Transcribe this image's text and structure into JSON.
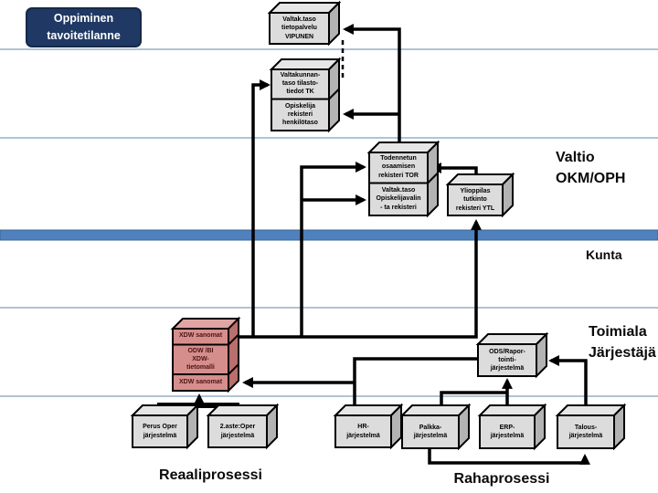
{
  "slide": {
    "title": "Oppiminen\ntavoitetilanne"
  },
  "section_labels": {
    "valtio": "Valtio\nOKM/OPH",
    "kunta": "Kunta",
    "toimiala": "Toimiala\nJärjestäjä",
    "reaaliprosessi": "Reaaliprosessi",
    "rahaprosessi": "Rahaprosessi"
  },
  "boxes": {
    "vipunen": "Valtak.taso\ntietopalvelu\nVIPUNEN",
    "tilastotiedot": "Valtakunnan-\ntaso tilasto-\ntiedot TK",
    "opiskelijarekisteri": "Opiskelija\nrekisteri\nhenkilötaso",
    "tor": "Todennetun\nosaamisen\nrekisteri TOR",
    "opiskelijavalinta": "Valtak.taso\nOpiskelijavalin\n- ta rekisteri",
    "ytl": "Ylioppilas\ntutkinto\nrekisteri YTL",
    "ods": "ODS/Rapor-\ntointi-\njärjestelmä",
    "xdw_top": "XDW sanomat",
    "xdw_mid": "ODW  /BI\nXDW-\ntietomalli",
    "xdw_bot": "XDW sanomat",
    "perus_oper": "Perus Oper\njärjestelmä",
    "aste2_oper": "2.aste:Oper\njärjestelmä",
    "hr": "HR-\njärjestelmä",
    "palkka": "Palkka-\njärjestelmä",
    "erp": "ERP-\njärjestelmä",
    "talous": "Talous-\njärjestelmä"
  },
  "colors": {
    "title_navy": "#1F3864",
    "divider_thin_blue": "#96AFC7",
    "divider_thick_blue": "#4E81BD",
    "box_gray_face": "#DCDCDC",
    "box_gray_top": "#E6E6E6",
    "box_gray_side": "#B3B3B3",
    "box_pink_face": "#D68E8C",
    "box_pink_top": "#E0A5A3",
    "box_pink_side": "#B96F6D",
    "connector_black": "#000000"
  },
  "connections": [
    {
      "from": "XDW sanomat",
      "to": "Valtakunnan-taso tilasto-tiedot TK"
    },
    {
      "from": "XDW sanomat",
      "to": "Todennetun osaamisen rekisteri TOR"
    },
    {
      "from": "XDW sanomat",
      "to": "Valtak.taso Opiskelijavalinta rekisteri"
    },
    {
      "from": "XDW sanomat",
      "to": "Ylioppilas tutkinto rekisteri YTL"
    },
    {
      "from": "Ylioppilas tutkinto rekisteri YTL",
      "to": "Todennetun osaamisen rekisteri TOR"
    },
    {
      "from": "Todennetun osaamisen rekisteri TOR",
      "to": "Valtak.taso tietopalvelu VIPUNEN"
    },
    {
      "from": "Todennetun osaamisen rekisteri TOR",
      "to": "Opiskelija rekisteri henkilötaso"
    },
    {
      "from": "Valtak.taso tietopalvelu VIPUNEN",
      "to": "Valtakunnan-taso tilasto-tiedot TK",
      "style": "dashed"
    },
    {
      "from": "Perus Oper järjestelmä",
      "to": "XDW sanomat"
    },
    {
      "from": "2.aste:Oper järjestelmä",
      "to": "XDW sanomat"
    },
    {
      "from": "HR-järjestelmä",
      "to": "XDW sanomat"
    },
    {
      "from": "HR-järjestelmä",
      "to": "ODS/Raportointi-järjestelmä"
    },
    {
      "from": "Palkka-järjestelmä",
      "to": "ODS/Raportointi-järjestelmä"
    },
    {
      "from": "ERP-järjestelmä",
      "to": "ODS/Raportointi-järjestelmä"
    },
    {
      "from": "Talous-järjestelmä",
      "to": "ODS/Raportointi-järjestelmä"
    },
    {
      "from": "Palkka-järjestelmä",
      "to": "Talous-järjestelmä"
    }
  ]
}
